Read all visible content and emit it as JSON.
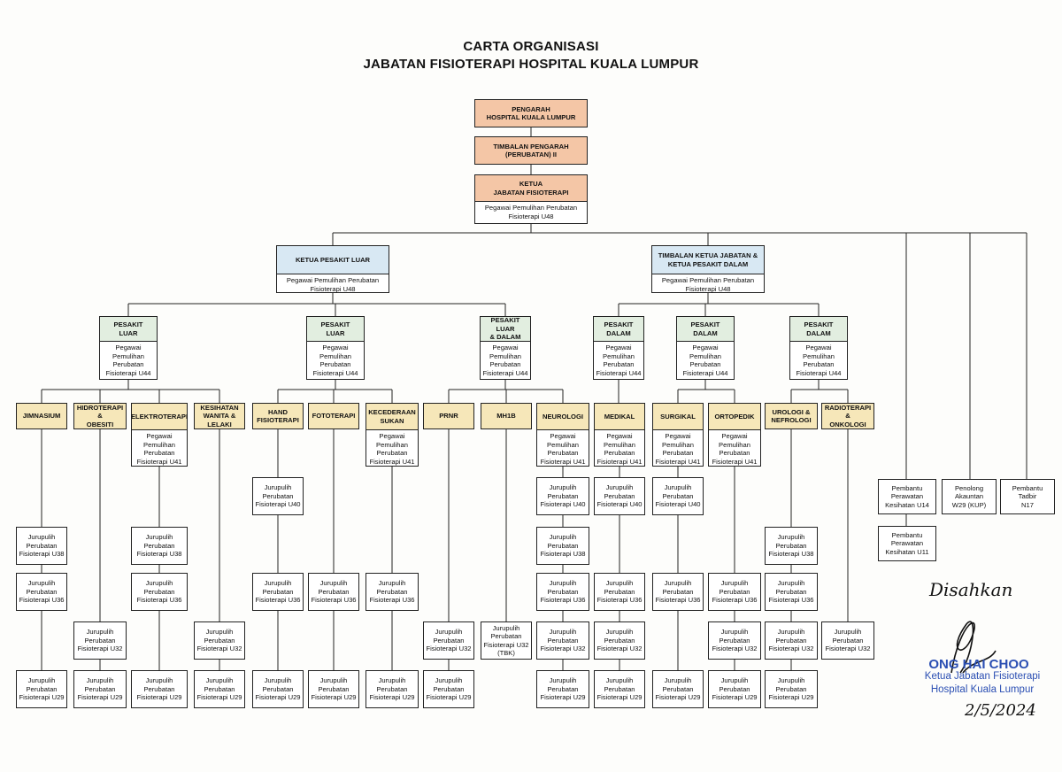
{
  "title": {
    "line1": "CARTA ORGANISASI",
    "line2": "JABATAN FISIOTERAPI HOSPITAL KUALA LUMPUR"
  },
  "nodes": {
    "pengarah": {
      "head": "PENGARAH\nHOSPITAL KUALA LUMPUR"
    },
    "timbalan_pengarah": {
      "head": "TIMBALAN PENGARAH\n(PERUBATAN) II"
    },
    "ketua_jabatan": {
      "head": "KETUA\nJABATAN FISIOTERAPI",
      "body": "Pegawai Pemulihan Perubatan\nFisioterapi U48"
    },
    "ketua_pesakit_luar": {
      "head": "KETUA PESAKIT LUAR",
      "body": "Pegawai Pemulihan Perubatan\nFisioterapi U48"
    },
    "timbalan_ketua": {
      "head": "TIMBALAN KETUA JABATAN &\nKETUA PESAKIT DALAM",
      "body": "Pegawai Pemulihan Perubatan\nFisioterapi U48"
    },
    "pembantu_perawatan_u14": {
      "body": "Pembantu\nPerawatan\nKesihatan U14"
    },
    "pembantu_perawatan_u11": {
      "body": "Pembantu\nPerawatan\nKesihatan U11"
    },
    "penolong_akauntan": {
      "body": "Penolong\nAkauntan\nW29 (KUP)"
    },
    "pembantu_tadbir": {
      "body": "Pembantu Tadbir\nN17"
    },
    "pl1": {
      "head": "PESAKIT\nLUAR",
      "body": "Pegawai\nPemulihan\nPerubatan\nFisioterapi U44"
    },
    "pl2": {
      "head": "PESAKIT\nLUAR",
      "body": "Pegawai\nPemulihan\nPerubatan\nFisioterapi U44"
    },
    "pld": {
      "head": "PESAKIT LUAR\n& DALAM",
      "body": "Pegawai\nPemulihan\nPerubatan\nFisioterapi U44"
    },
    "pd1": {
      "head": "PESAKIT\nDALAM",
      "body": "Pegawai\nPemulihan\nPerubatan\nFisioterapi U44"
    },
    "pd2": {
      "head": "PESAKIT\nDALAM",
      "body": "Pegawai\nPemulihan\nPerubatan\nFisioterapi U44"
    },
    "pd3": {
      "head": "PESAKIT\nDALAM",
      "body": "Pegawai\nPemulihan\nPerubatan\nFisioterapi U44"
    },
    "jimnasium": {
      "head": "JIMNASIUM"
    },
    "hidroterapi": {
      "head": "HIDROTERAPI &\nOBESITI"
    },
    "elektroterapi": {
      "head": "ELEKTROTERAPI",
      "body": "Pegawai\nPemulihan\nPerubatan\nFisioterapi U41"
    },
    "kesihatan_wanita": {
      "head": "KESIHATAN\nWANITA &\nLELAKI"
    },
    "hand": {
      "head": "HAND\nFISIOTERAPI"
    },
    "fototerapi": {
      "head": "FOTOTERAPI"
    },
    "kecederaan": {
      "head": "KECEDERAAN\nSUKAN",
      "body": "Pegawai\nPemulihan\nPerubatan\nFisioterapi U41"
    },
    "prnr": {
      "head": "PRNR"
    },
    "mh1b": {
      "head": "MH1B"
    },
    "neurologi": {
      "head": "NEUROLOGI",
      "body": "Pegawai\nPemulihan\nPerubatan\nFisioterapi U41"
    },
    "medikal": {
      "head": "MEDIKAL",
      "body": "Pegawai\nPemulihan\nPerubatan\nFisioterapi U41"
    },
    "surgikal": {
      "head": "SURGIKAL",
      "body": "Pegawai\nPemulihan\nPerubatan\nFisioterapi U41"
    },
    "ortopedik": {
      "head": "ORTOPEDIK",
      "body": "Pegawai\nPemulihan\nPerubatan\nFisioterapi U41"
    },
    "urologi": {
      "head": "UROLOGI &\nNEFROLOGI"
    },
    "radioterapi": {
      "head": "RADIOTERAPI &\nONKOLOGI"
    },
    "jim_u38": {
      "body": "Jurupulih\nPerubatan\nFisioterapi U38"
    },
    "jim_u36": {
      "body": "Jurupulih\nPerubatan\nFisioterapi U36"
    },
    "jim_u29": {
      "body": "Jurupulih\nPerubatan\nFisioterapi  U29"
    },
    "hid_u32": {
      "body": "Jurupulih\nPerubatan\nFisioterapi U32"
    },
    "hid_u29": {
      "body": "Jurupulih\nPerubatan\nFisioterapi  U29"
    },
    "ele_u38": {
      "body": "Jurupulih\nPerubatan\nFisioterapi U38"
    },
    "ele_u36": {
      "body": "Jurupulih\nPerubatan\nFisioterapi U36"
    },
    "ele_u29": {
      "body": "Jurupulih\nPerubatan\nFisioterapi  U29"
    },
    "kes_u32": {
      "body": "Jurupulih\nPerubatan\nFisioterapi U32"
    },
    "kes_u29": {
      "body": "Jurupulih\nPerubatan\nFisioterapi  U29"
    },
    "hand_u40": {
      "body": "Jurupulih\nPerubatan\nFisioterapi U40"
    },
    "hand_u36": {
      "body": "Jurupulih\nPerubatan\nFisioterapi U36"
    },
    "hand_u29": {
      "body": "Jurupulih\nPerubatan\nFisioterapi  U29"
    },
    "foto_u36": {
      "body": "Jurupulih\nPerubatan\nFisioterapi U36"
    },
    "foto_u29": {
      "body": "Jurupulih\nPerubatan\nFisioterapi  U29"
    },
    "kec_u36": {
      "body": "Jurupulih\nPerubatan\nFisioterapi U36"
    },
    "kec_u29": {
      "body": "Jurupulih\nPerubatan\nFisioterapi  U29"
    },
    "prnr_u32": {
      "body": "Jurupulih\nPerubatan\nFisioterapi U32"
    },
    "prnr_u29": {
      "body": "Jurupulih\nPerubatan\nFisioterapi  U29"
    },
    "mh1b_u32": {
      "body": "Jurupulih\nPerubatan\nFisioterapi U32\n(TBK)"
    },
    "neu_u40": {
      "body": "Jurupulih\nPerubatan\nFisioterapi U40"
    },
    "neu_u38": {
      "body": "Jurupulih\nPerubatan\nFisioterapi U38"
    },
    "neu_u36": {
      "body": "Jurupulih\nPerubatan\nFisioterapi U36"
    },
    "neu_u32": {
      "body": "Jurupulih\nPerubatan\nFisioterapi U32"
    },
    "neu_u29": {
      "body": "Jurupulih\nPerubatan\nFisioterapi  U29"
    },
    "med_u40": {
      "body": "Jurupulih\nPerubatan\nFisioterapi U40"
    },
    "med_u36": {
      "body": "Jurupulih\nPerubatan\nFisioterapi U36"
    },
    "med_u32": {
      "body": "Jurupulih\nPerubatan\nFisioterapi U32"
    },
    "med_u29": {
      "body": "Jurupulih\nPerubatan\nFisioterapi  U29"
    },
    "sur_u40": {
      "body": "Jurupulih\nPerubatan\nFisioterapi U40"
    },
    "sur_u36": {
      "body": "Jurupulih\nPerubatan\nFisioterapi U36"
    },
    "sur_u29": {
      "body": "Jurupulih\nPerubatan\nFisioterapi  U29"
    },
    "ort_u36": {
      "body": "Jurupulih\nPerubatan\nFisioterapi U36"
    },
    "ort_u32": {
      "body": "Jurupulih\nPerubatan\nFisioterapi U32"
    },
    "ort_u29": {
      "body": "Jurupulih\nPerubatan\nFisioterapi  U29"
    },
    "uro_u38": {
      "body": "Jurupulih\nPerubatan\nFisioterapi U38"
    },
    "uro_u36": {
      "body": "Jurupulih\nPerubatan\nFisioterapi U36"
    },
    "uro_u32": {
      "body": "Jurupulih\nPerubatan\nFisioterapi U32"
    },
    "uro_u29": {
      "body": "Jurupulih\nPerubatan\nFisioterapi  U29"
    },
    "rad_u32": {
      "body": "Jurupulih\nPerubatan\nFisioterapi U32"
    }
  },
  "approval": {
    "handwritten": "Disahkan",
    "stamp_name": "ONG HAI CHOO",
    "stamp_line1": "Ketua Jabatan Fisioterapi",
    "stamp_line2": "Hospital Kuala Lumpur",
    "date": "2/5/2024"
  },
  "colors": {
    "director": "#f4c6a6",
    "outpatient_head": "#d8e8f3",
    "section": "#e2eee0",
    "unit": "#f6e7b9",
    "stamp": "#2b4fb3"
  }
}
